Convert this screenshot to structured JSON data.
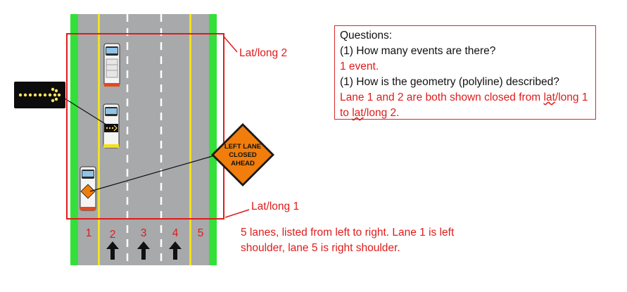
{
  "questions": {
    "title": "Questions:",
    "q1": "(1)  How many events are there?",
    "a1": "1 event.",
    "q2": "(1)  How is the geometry (polyline) described?",
    "a2_part1": "Lane 1 and 2 are both shown closed from ",
    "a2_latlong1": "lat",
    "a2_part2": "/long 1 to ",
    "a2_latlong2": "lat",
    "a2_part3": "/long 2."
  },
  "callouts": {
    "latlong2": "Lat/long 2",
    "latlong1": "Lat/long 1"
  },
  "lanes": {
    "numbers": [
      "1",
      "2",
      "3",
      "4",
      "5"
    ],
    "note": "5 lanes, listed from left to right.  Lane 1 is left shoulder, lane 5 is right shoulder."
  },
  "sign": {
    "line1": "LEFT LANE",
    "line2": "CLOSED",
    "line3": "AHEAD"
  },
  "colors": {
    "road": "#a7a9ab",
    "shoulder_green": "#33e03a",
    "edge_yellow": "#f2e21c",
    "lane_white": "#ffffff",
    "highlight_red": "#e01b1b",
    "sign_orange": "#f07d0c"
  }
}
